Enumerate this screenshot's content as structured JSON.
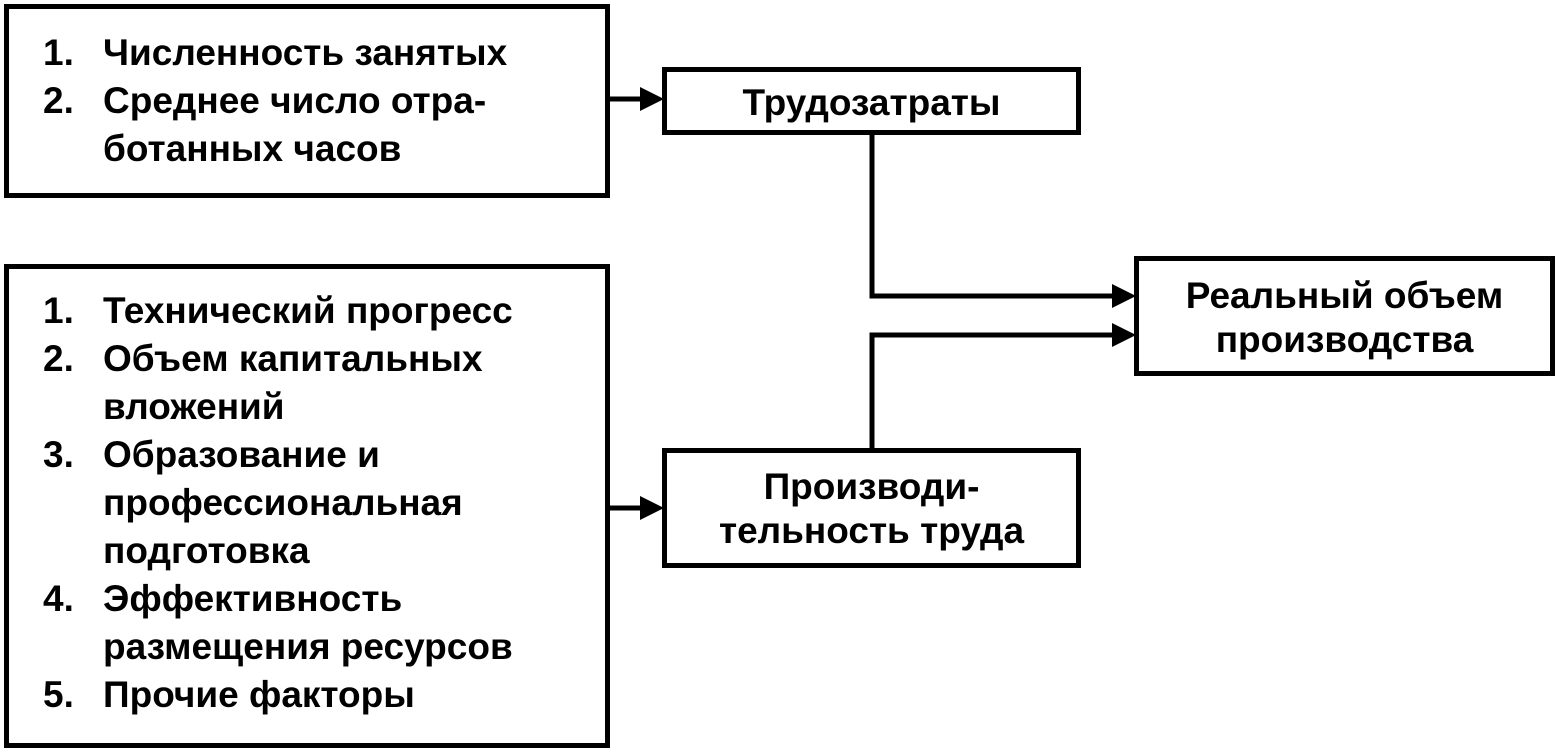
{
  "labor_factors": [
    {
      "num": "1.",
      "lines": [
        "Численность занятых"
      ]
    },
    {
      "num": "2.",
      "lines": [
        "Среднее число отра-",
        "ботанных часов"
      ]
    }
  ],
  "productivity_factors": [
    {
      "num": "1.",
      "lines": [
        "Технический прогресс"
      ]
    },
    {
      "num": "2.",
      "lines": [
        "Объем капитальных",
        "вложений"
      ]
    },
    {
      "num": "3.",
      "lines": [
        "Образование и",
        "профессиональная",
        "подготовка"
      ]
    },
    {
      "num": "4.",
      "lines": [
        "Эффективность",
        "размещения ресурсов"
      ]
    },
    {
      "num": "5.",
      "lines": [
        "Прочие факторы"
      ]
    }
  ],
  "labor_costs": {
    "lines": [
      "Трудозатраты"
    ]
  },
  "productivity": {
    "lines": [
      "Производи-",
      "тельность труда"
    ]
  },
  "real_output": {
    "lines": [
      "Реальный объем",
      "производства"
    ]
  }
}
